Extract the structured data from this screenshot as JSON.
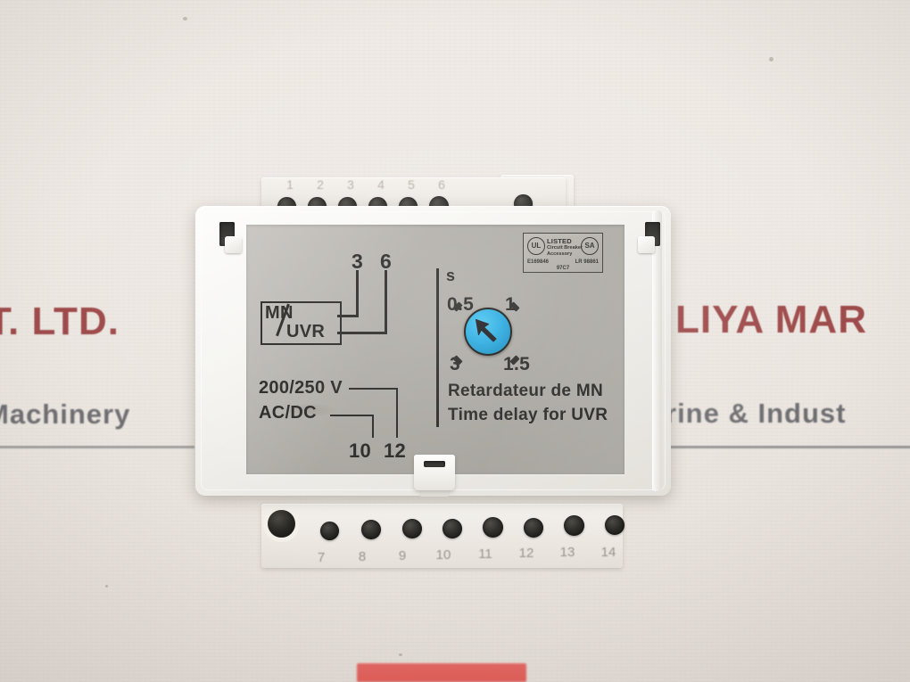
{
  "scene": {
    "subject": "Schneider Electric MN/UVR time delay module (DIN-rail circuit breaker accessory)",
    "wall_color": "#ece7e2",
    "device_body_color": "#f6f5f2",
    "label_face_color": "#adaaa4",
    "ink_color": "#24231f",
    "dial_color": "#23a9e0",
    "red_strip_color": "#e5564f"
  },
  "background_sign": {
    "left_red": "T. LTD.",
    "left_gray": "Machinery",
    "right_red": "LIYA MAR",
    "right_gray": "rine & Indust",
    "red_hex": "#9e4b4b",
    "gray_hex": "#6e6e72"
  },
  "terminals": {
    "top_label": "Top terminal block",
    "top_numbers": [
      "1",
      "2",
      "3",
      "4",
      "5",
      "6"
    ],
    "bottom_label": "Bottom terminal block",
    "bottom_numbers": [
      "7",
      "8",
      "9",
      "10",
      "11",
      "12",
      "13",
      "14"
    ]
  },
  "diagram": {
    "coil_box_line1": "MN",
    "coil_box_line2": "UVR",
    "coil_terminal_left": "3",
    "coil_terminal_right": "6",
    "supply_voltage": "200/250 V",
    "supply_type": "AC/DC",
    "supply_terminal_left": "10",
    "supply_terminal_right": "12"
  },
  "dial": {
    "unit_label": "s",
    "positions": [
      {
        "id": "upper-left",
        "value": "0.5"
      },
      {
        "id": "upper-right",
        "value": "1"
      },
      {
        "id": "lower-left",
        "value": "3"
      },
      {
        "id": "lower-right",
        "value": "1.5"
      }
    ],
    "selected_value": "0.5",
    "pointer_direction": "upper-left",
    "knob_color": "#23a9e0"
  },
  "descriptions": {
    "french": "Retardateur de MN",
    "english": "Time delay for UVR"
  },
  "certification": {
    "ul_mark": "UL",
    "ul_word": "LISTED",
    "ul_desc": "Circuit Breaker Accessory",
    "csa_mark": "SA",
    "file_number_left": "E169846",
    "file_number_right": "LR 98861",
    "code_bottom": "97C7"
  }
}
